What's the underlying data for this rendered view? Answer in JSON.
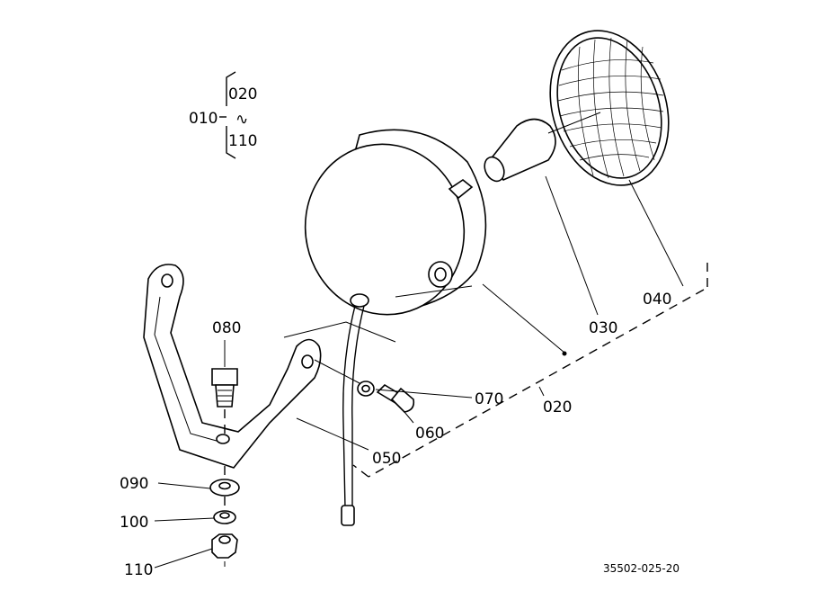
{
  "assembly": {
    "parent": "010",
    "range_start": "020",
    "range_separator": "∿",
    "range_end": "110"
  },
  "callouts": {
    "c020": "020",
    "c030": "030",
    "c040": "040",
    "c050": "050",
    "c060": "060",
    "c070": "070",
    "c080": "080",
    "c090": "090",
    "c100": "100",
    "c110": "110"
  },
  "drawing_number": "35502-025-20"
}
